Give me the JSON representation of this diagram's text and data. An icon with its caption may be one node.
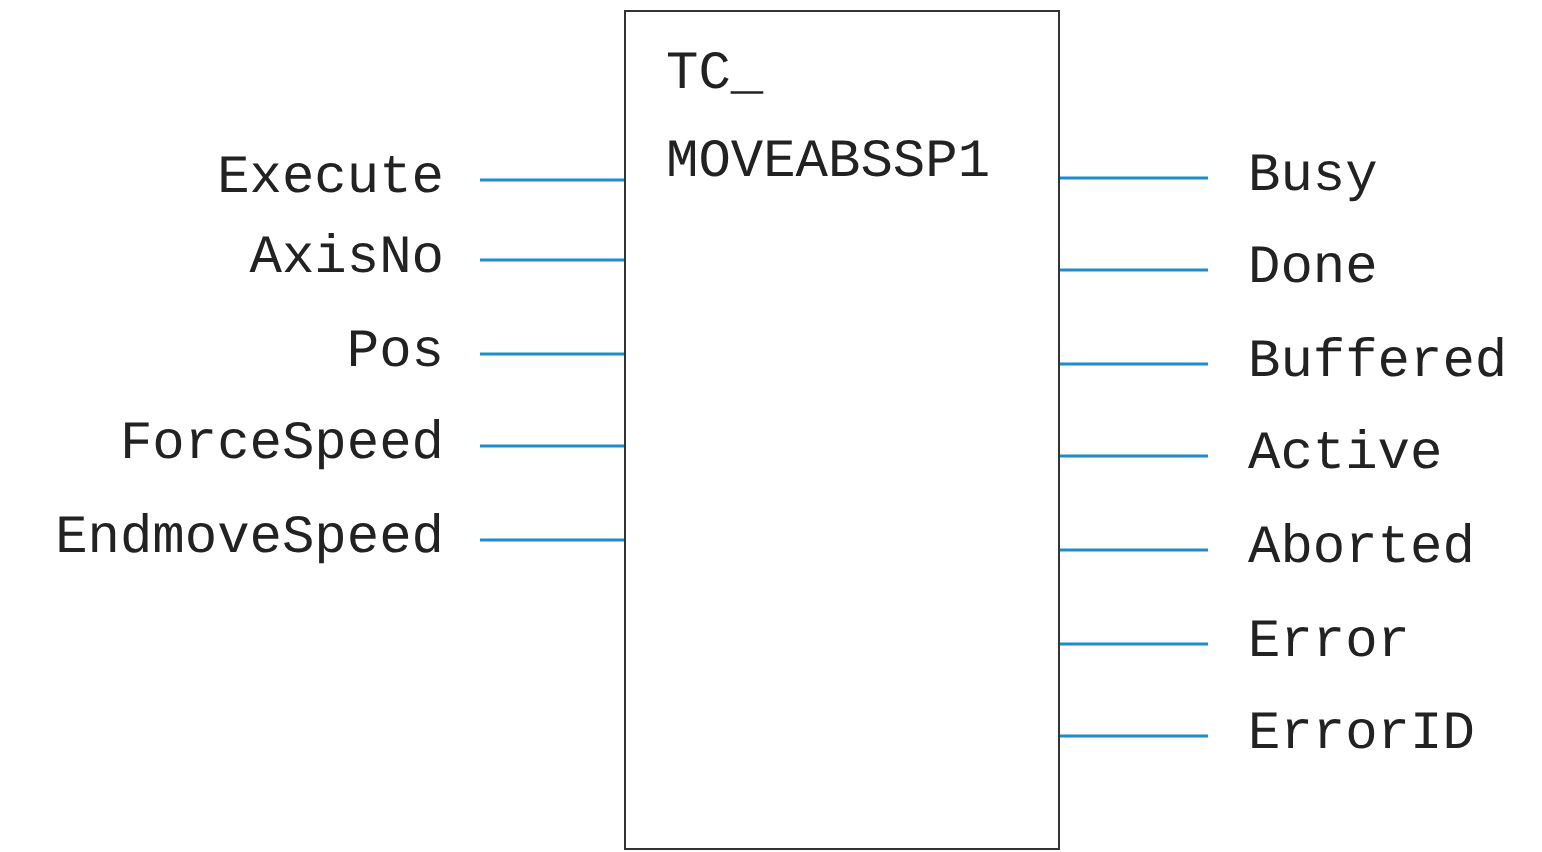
{
  "diagram": {
    "nodes": [
      {
        "text": [
          "TC_ MOVEABSSP1"
        ]
      },
      {
        "text": [
          "Execute"
        ]
      },
      {
        "text": [
          "AxisNo"
        ]
      },
      {
        "text": [
          "Pos"
        ]
      },
      {
        "text": [
          "ForceSpeed"
        ]
      },
      {
        "text": [
          "EndmoveSpeed"
        ]
      },
      {
        "text": [
          "Busy"
        ]
      },
      {
        "text": [
          "Done"
        ]
      },
      {
        "text": [
          "Buffered"
        ]
      },
      {
        "text": [
          "Active"
        ]
      },
      {
        "text": [
          "Aborted"
        ]
      },
      {
        "text": [
          "Error"
        ]
      },
      {
        "text": [
          "ErrorID"
        ]
      }
    ],
    "edges": [
      {
        "from": 1,
        "to": 0,
        "arrow": "none"
      },
      {
        "from": 2,
        "to": 0,
        "arrow": "none"
      },
      {
        "from": 3,
        "to": 0,
        "arrow": "none"
      },
      {
        "from": 4,
        "to": 0,
        "arrow": "none"
      },
      {
        "from": 5,
        "to": 0,
        "arrow": "none"
      },
      {
        "from": 0,
        "to": 6,
        "arrow": "none"
      },
      {
        "from": 0,
        "to": 7,
        "arrow": "none"
      },
      {
        "from": 0,
        "to": 8,
        "arrow": "none"
      },
      {
        "from": 0,
        "to": 9,
        "arrow": "none"
      },
      {
        "from": 0,
        "to": 10,
        "arrow": "none"
      },
      {
        "from": 0,
        "to": 11,
        "arrow": "none"
      },
      {
        "from": 0,
        "to": 12,
        "arrow": "none"
      }
    ]
  }
}
